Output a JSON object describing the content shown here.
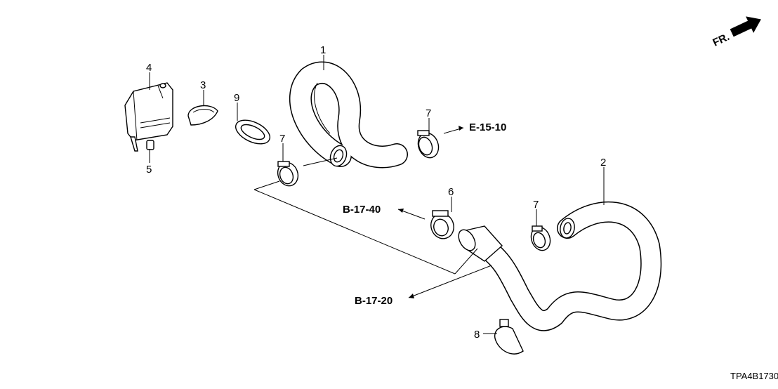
{
  "diagram_code": "TPA4B1730",
  "direction_label": "FR.",
  "callouts": {
    "p1": "1",
    "p2": "2",
    "p3": "3",
    "p4": "4",
    "p5": "5",
    "p6": "6",
    "p7a": "7",
    "p7b": "7",
    "p7c": "7",
    "p8": "8",
    "p9": "9"
  },
  "references": {
    "e1510": "E-15-10",
    "b1740": "B-17-40",
    "b1720": "B-17-20"
  }
}
